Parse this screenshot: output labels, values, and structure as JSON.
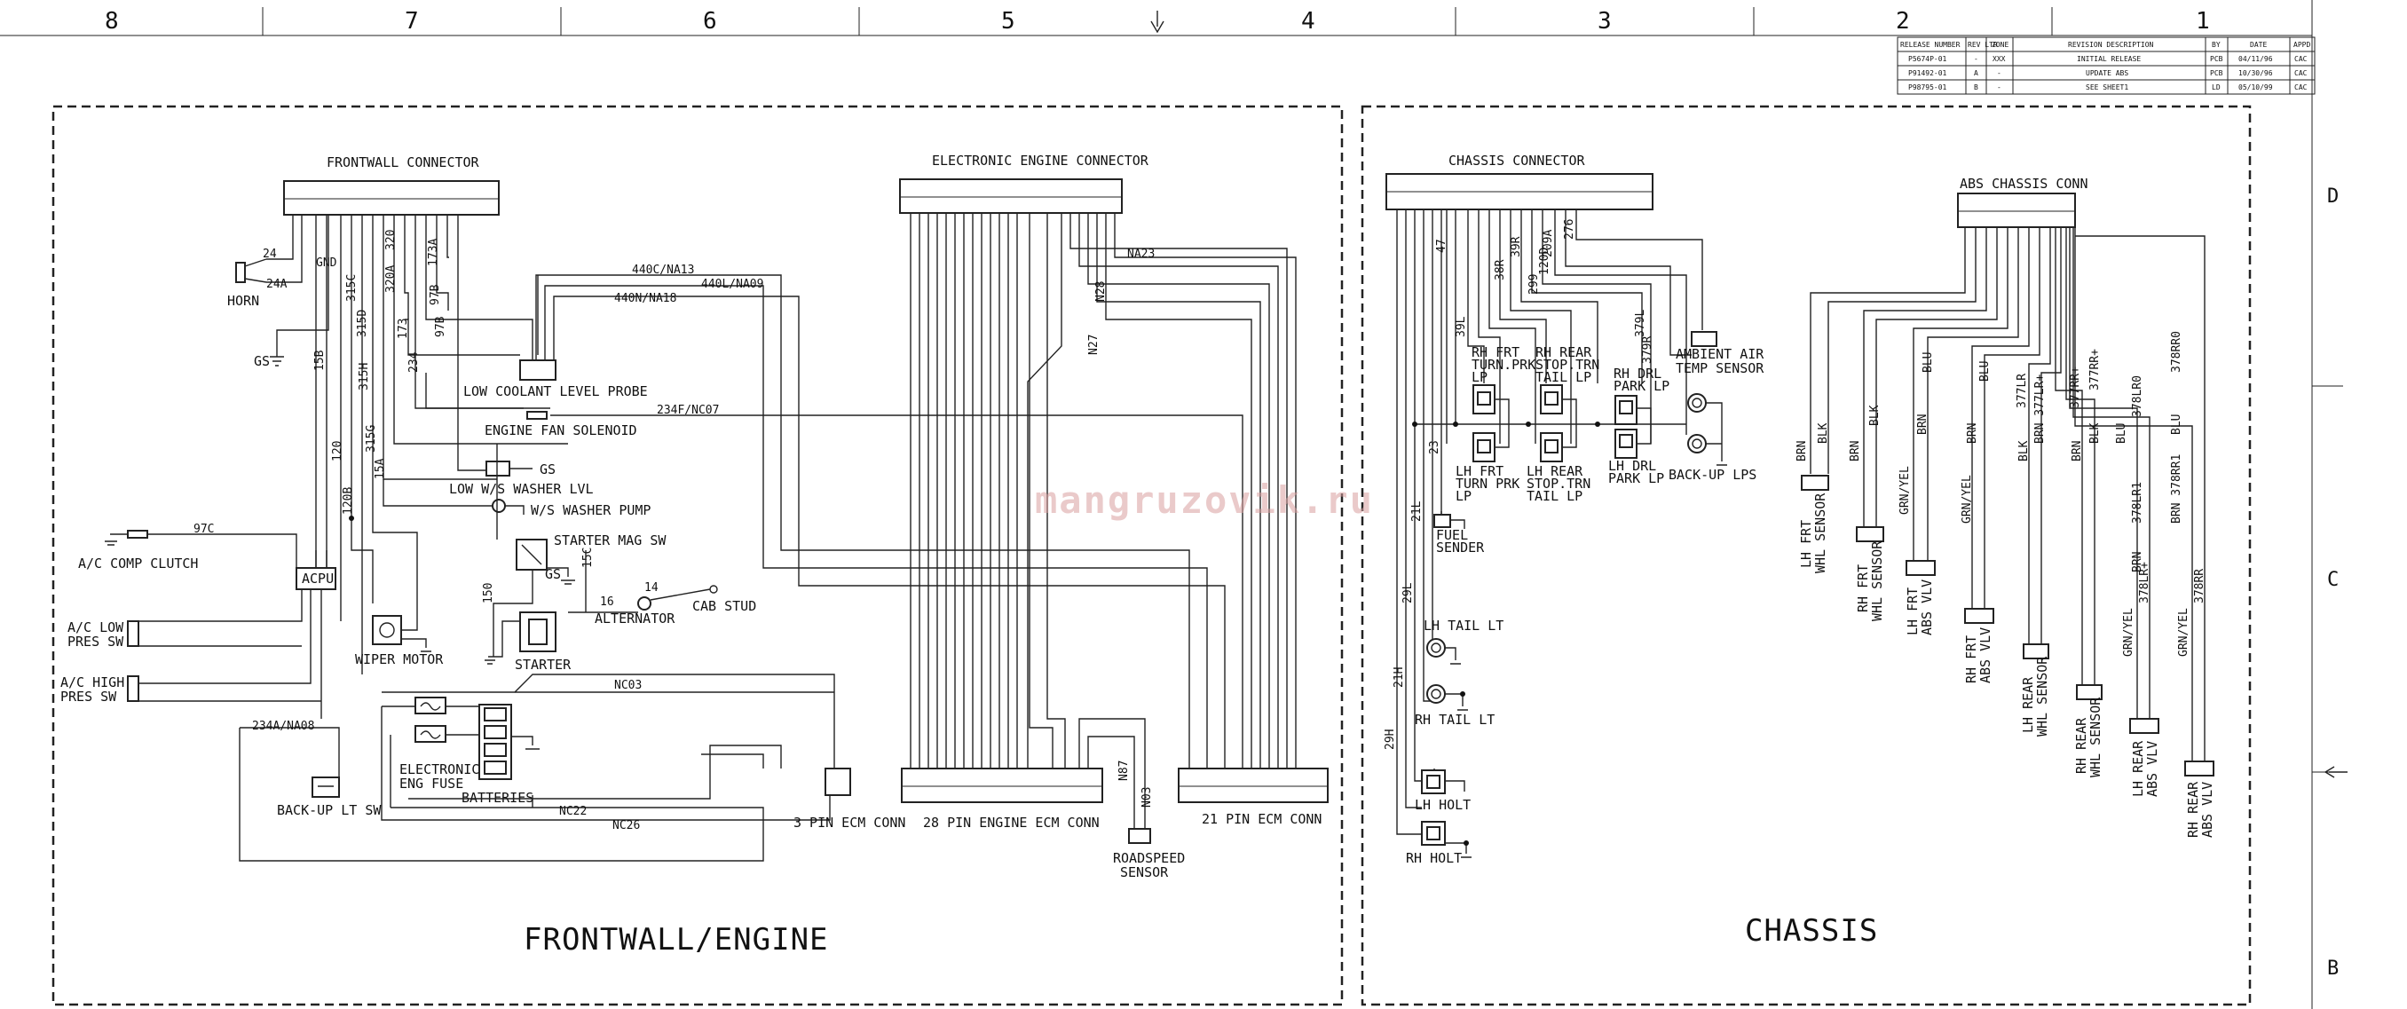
{
  "border": {
    "columns": [
      "8",
      "7",
      "6",
      "5",
      "4",
      "3",
      "2",
      "1"
    ],
    "rows": [
      "D",
      "C",
      "B"
    ]
  },
  "revision_table": {
    "headers": [
      "RELEASE NUMBER",
      "REV LTR",
      "ZONE",
      "REVISION DESCRIPTION",
      "BY",
      "DATE",
      "APPD"
    ],
    "rows": [
      [
        "P5674P-01",
        "-",
        "XXX",
        "INITIAL RELEASE",
        "PCB",
        "04/11/96",
        "CAC"
      ],
      [
        "P91492-01",
        "A",
        "-",
        "UPDATE ABS",
        "PCB",
        "10/30/96",
        "CAC"
      ],
      [
        "P98795-01",
        "B",
        "-",
        "SEE SHEET1",
        "LD",
        "05/10/99",
        "CAC"
      ]
    ]
  },
  "watermark": "mangruzovik.ru",
  "frontwall": {
    "title": "FRONTWALL/ENGINE",
    "frontwall_connector": "FRONTWALL CONNECTOR",
    "electronic_engine_connector": "ELECTRONIC ENGINE CONNECTOR",
    "horn": "HORN",
    "low_coolant": "LOW COOLANT LEVEL PROBE",
    "fan_solenoid": "ENGINE FAN SOLENOID",
    "washer_lvl": "LOW W/S WASHER LVL",
    "washer_pump": "W/S WASHER PUMP",
    "ac_clutch": "A/C COMP CLUTCH",
    "acpu": "ACPU",
    "starter_mag": "STARTER MAG SW",
    "alternator": "ALTERNATOR",
    "cab_stud": "CAB STUD",
    "starter": "STARTER",
    "wiper": "WIPER MOTOR",
    "ac_low": [
      "A/C LOW",
      "PRES SW"
    ],
    "ac_high": [
      "A/C HIGH",
      "PRES SW"
    ],
    "fuse": [
      "ELECTRONIC",
      "ENG FUSE"
    ],
    "batteries": "BATTERIES",
    "backup_sw": "BACK-UP LT SW",
    "ecm3": "3 PIN ECM CONN",
    "ecm28": "28 PIN ENGINE ECM CONN",
    "ecm21": "21 PIN ECM CONN",
    "roadspeed": [
      "ROADSPEED",
      "SENSOR"
    ],
    "gs": "GS",
    "wires": {
      "w24": "24",
      "w24a": "24A",
      "gnd": "GND",
      "w97b": "97B",
      "w97c": "97C",
      "w15b": "15B",
      "w15a": "15A",
      "w120": "120",
      "w120b": "120B",
      "w234": "234",
      "w173": "173",
      "w173a": "173A",
      "w320a": "320A",
      "w320": "320",
      "w315c": "315C",
      "w315d": "315D",
      "w315h": "315H",
      "w315g": "315G",
      "w150": "150",
      "w440c": "440C/NA13",
      "w440l": "440L/NA09",
      "w440n": "440N/NA18",
      "w234f": "234F/NC07",
      "w234a": "234A/NA08",
      "nc03": "NC03",
      "nc22": "NC22",
      "nc26": "NC26",
      "na23": "NA23",
      "n27": "N27",
      "n28": "N28",
      "n87": "N87",
      "n03": "N03",
      "w16": "16",
      "w14": "14",
      "w15c": "15C"
    }
  },
  "chassis": {
    "title": "CHASSIS",
    "chassis_connector": "CHASSIS CONNECTOR",
    "abs_connector": "ABS CHASSIS CONN",
    "ambient": [
      "AMBIENT AIR",
      "TEMP SENSOR"
    ],
    "rh_frt_turn": [
      "RH FRT",
      "TURN.PRK",
      "LP"
    ],
    "rh_rear_stop": [
      "RH REAR",
      "STOP.TRN",
      "TAIL LP"
    ],
    "rh_drl": [
      "RH DRL",
      "PARK LP"
    ],
    "lh_frt_turn": [
      "LH FRT",
      "TURN PRK",
      "LP"
    ],
    "lh_rear_stop": [
      "LH REAR",
      "STOP.TRN",
      "TAIL LP"
    ],
    "lh_drl": [
      "LH DRL",
      "PARK LP"
    ],
    "backup_lps": "BACK-UP LPS",
    "fuel_sender": [
      "FUEL",
      "SENDER"
    ],
    "lh_tail": "LH TAIL LT",
    "rh_tail": "RH TAIL LT",
    "lh_holt": "LH HOLT",
    "rh_holt": "RH HOLT",
    "abs_devices": [
      [
        "LH FRT",
        "WHL SENSOR"
      ],
      [
        "RH FRT",
        "WHL SENSOR"
      ],
      [
        "LH FRT",
        "ABS VLV"
      ],
      [
        "RH FRT",
        "ABS VLV"
      ],
      [
        "LH REAR",
        "WHL SENSOR"
      ],
      [
        "RH REAR",
        "WHL SENSOR"
      ],
      [
        "LH REAR",
        "ABS VLV"
      ],
      [
        "RH REAR",
        "ABS VLV"
      ]
    ],
    "wires": {
      "w47": "47",
      "w39r": "39R",
      "w209a": "209A",
      "w276": "276",
      "w38r": "38R",
      "w299": "299",
      "w120d": "120D",
      "w379l": "379L",
      "w379r": "379R",
      "w39l": "39L",
      "w23": "23",
      "w21l": "21L",
      "w29l": "29L",
      "w21h": "21H",
      "w29h": "29H",
      "brn": "BRN",
      "blk": "BLK",
      "blu": "BLU",
      "grnyel": "GRN/YEL",
      "w377lr": "377LR",
      "w377lrp": "BRN 377LR+",
      "w377rrp": "377RR+",
      "w378lr0": "378LR0",
      "w378rr0": "378RR0",
      "w378rr1": "BRN 378RR1",
      "w378lr1": "378LR1",
      "w378lrp": "378LR+",
      "w378rrp": "378RR"
    }
  }
}
